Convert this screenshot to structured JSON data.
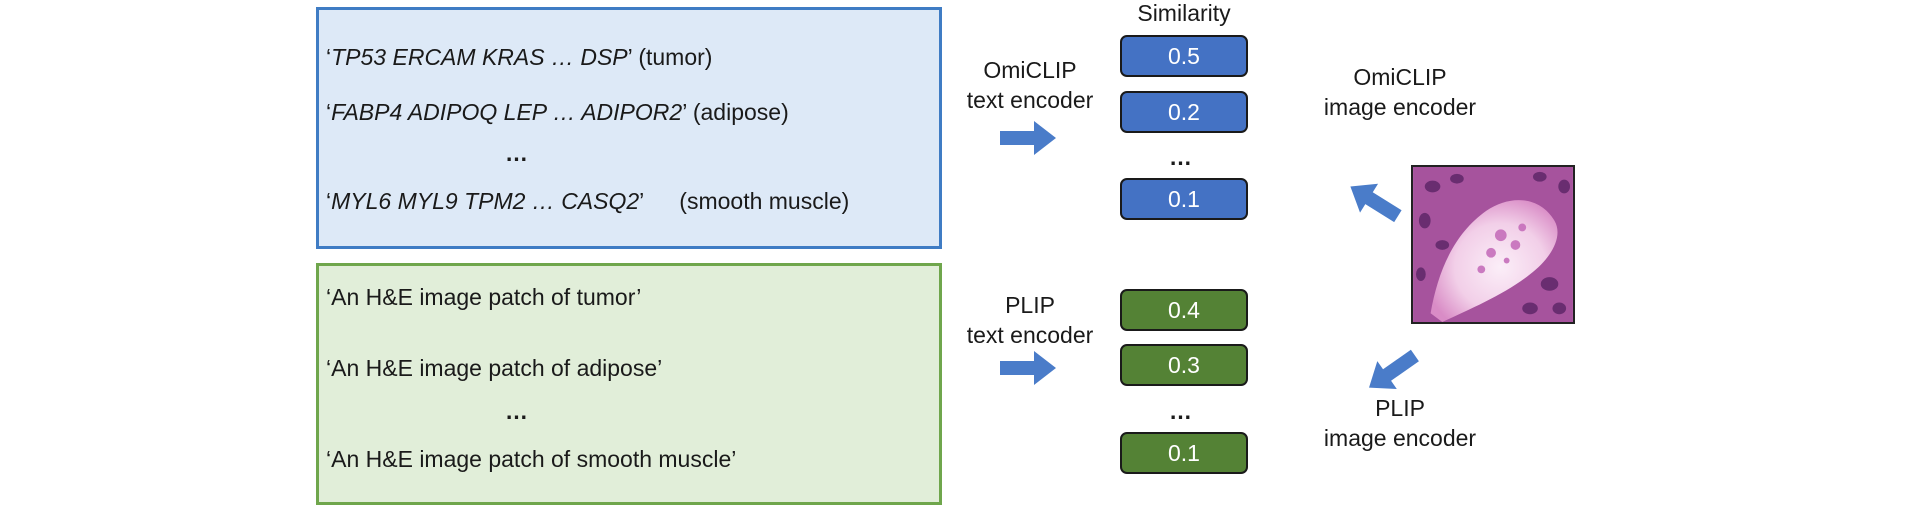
{
  "omiclip_panel": {
    "rows": [
      {
        "open": "‘",
        "genes": "TP53 ERCAM KRAS … DSP",
        "close": "’",
        "tissue": "(tumor)"
      },
      {
        "open": "‘",
        "genes": "FABP4 ADIPOQ LEP … ADIPOR2",
        "close": "’",
        "tissue": "(adipose)"
      },
      {
        "open": "‘",
        "genes": "MYL6 MYL9 TPM2 … CASQ2",
        "close": "’",
        "tissue": "(smooth muscle)"
      }
    ],
    "ellipsis": "…"
  },
  "plip_panel": {
    "rows": [
      "‘An H&E image patch of tumor’",
      "‘An H&E image patch of adipose’",
      "‘An H&E image patch of smooth muscle’"
    ],
    "ellipsis": "…"
  },
  "similarity_header": "Similarity",
  "omiclip_text_encoder": {
    "line1": "OmiCLIP",
    "line2": "text encoder"
  },
  "omiclip_image_encoder": {
    "line1": "OmiCLIP",
    "line2": "image encoder"
  },
  "plip_text_encoder": {
    "line1": "PLIP",
    "line2": "text encoder"
  },
  "plip_image_encoder": {
    "line1": "PLIP",
    "line2": "image encoder"
  },
  "omiclip_scores": [
    "0.5",
    "0.2",
    "0.1"
  ],
  "plip_scores": [
    "0.4",
    "0.3",
    "0.1"
  ],
  "score_ellipsis": "…",
  "colors": {
    "omiclip_border": "#3f7cc4",
    "omiclip_fill": "#dde9f7",
    "plip_border": "#6fa64c",
    "plip_fill": "#e1eed9",
    "score_blue": "#4472c4",
    "score_green": "#548235",
    "arrow": "#4a7cc9"
  }
}
